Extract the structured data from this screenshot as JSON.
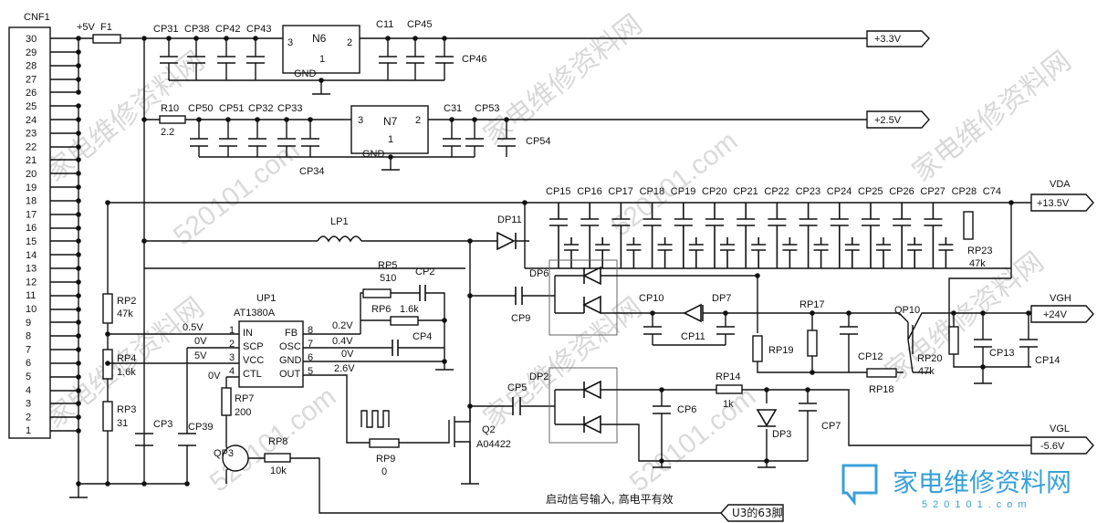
{
  "connector": {
    "name": "CNF1",
    "pins": [
      "30",
      "29",
      "28",
      "27",
      "26",
      "25",
      "24",
      "23",
      "22",
      "21",
      "20",
      "19",
      "18",
      "17",
      "16",
      "15",
      "14",
      "13",
      "12",
      "11",
      "10",
      "9",
      "8",
      "7",
      "6",
      "5",
      "4",
      "3",
      "2",
      "1"
    ]
  },
  "labels": {
    "plus5v": "+5V",
    "f1": "F1",
    "cp31": "CP31",
    "cp38": "CP38",
    "cp42": "CP42",
    "cp43": "CP43",
    "n6": "N6",
    "n6_in": "3",
    "n6_out": "2",
    "n6_gnd_pin": "1",
    "n6_gnd": "GND",
    "c11": "C11",
    "cp45": "CP45",
    "cp46": "CP46",
    "r10": "R10",
    "r10_val": "2.2",
    "cp50": "CP50",
    "cp51": "CP51",
    "cp32": "CP32",
    "cp33": "CP33",
    "cp34": "CP34",
    "n7": "N7",
    "n7_in": "3",
    "n7_out": "2",
    "n7_gnd_pin": "1",
    "n7_gnd": "GND",
    "c31": "C31",
    "cp53": "CP53",
    "cp54": "CP54",
    "caps_vda": [
      "CP15",
      "CP16",
      "CP17",
      "CP18",
      "CP19",
      "CP20",
      "CP21",
      "CP22",
      "CP23",
      "CP24",
      "CP25",
      "CP26",
      "CP27",
      "CP28",
      "C74"
    ],
    "vda": "VDA",
    "rp23": "RP23",
    "rp23_val": "47k",
    "lp1": "LP1",
    "dp11": "DP11",
    "rp2": "RP2",
    "rp2_val": "47k",
    "rp4": "RP4",
    "rp4_val": "1.6k",
    "rp3": "RP3",
    "rp3_val": "31",
    "cp3": "CP3",
    "cp39": "CP39",
    "up1": "UP1",
    "up1_part": "AT1380A",
    "pin_in": "IN",
    "pin_scp": "SCP",
    "pin_vcc": "VCC",
    "pin_ctl": "CTL",
    "pin_fb": "FB",
    "pin_osc": "OSC",
    "pin_gnd": "GND",
    "pin_out": "OUT",
    "pn1": "1",
    "pn2": "2",
    "pn3": "3",
    "pn4": "4",
    "pn8": "8",
    "pn7": "7",
    "pn6": "6",
    "pn5": "5",
    "v_05": "0.5V",
    "v_0a": "0V",
    "v_5": "5V",
    "v_0b": "0V",
    "v_02": "0.2V",
    "v_04": "0.4V",
    "v_0c": "0V",
    "v_26": "2.6V",
    "rp5": "RP5",
    "rp5_val": "510",
    "cp2": "CP2",
    "rp6": "RP6",
    "rp6_val": "1.6k",
    "cp4": "CP4",
    "rp7": "RP7",
    "rp7_val": "200",
    "qp3": "QP3",
    "rp8": "RP8",
    "rp8_val": "10k",
    "rp9": "RP9",
    "rp9_val": "0",
    "q2": "Q2",
    "q2_part": "A04422",
    "cp9": "CP9",
    "dp6": "DP6",
    "cp10": "CP10",
    "dp7": "DP7",
    "cp11": "CP11",
    "rp17": "RP17",
    "rp19": "RP19",
    "cp12": "CP12",
    "rp18": "RP18",
    "qp10": "QP10",
    "rp20": "RP20",
    "rp20_val": "47k",
    "cp13": "CP13",
    "cp14": "CP14",
    "vgh": "VGH",
    "cp5": "CP5",
    "dp2": "DP2",
    "cp6": "CP6",
    "rp14": "RP14",
    "rp14_val": "1k",
    "dp3": "DP3",
    "cp7": "CP7",
    "vgl": "VGL",
    "start_note": "启动信号输入, 高电平有效",
    "u3": "U3的63脚"
  },
  "rails": {
    "v33": "+3.3V",
    "v25": "+2.5V",
    "v135": "+13.5V",
    "v24": "+24V",
    "vneg56": "-5.6V"
  },
  "watermark": {
    "text": "家电维修资料网",
    "url": "520101.com",
    "logo_text": "家电维修资料网",
    "logo_url": "520101.com"
  }
}
